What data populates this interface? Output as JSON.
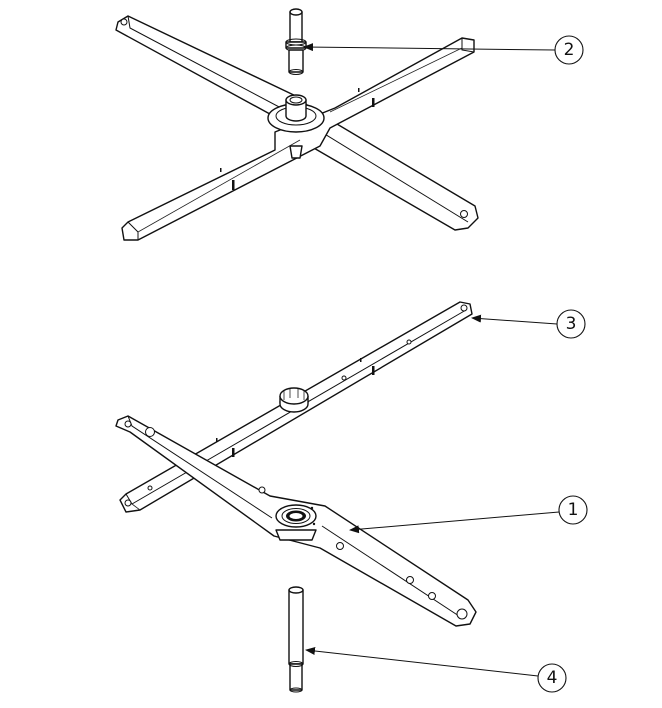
{
  "callouts": [
    {
      "label": "2"
    },
    {
      "label": "3"
    },
    {
      "label": "1"
    },
    {
      "label": "4"
    }
  ],
  "colors": {
    "line": "#111111",
    "background": "#ffffff"
  }
}
